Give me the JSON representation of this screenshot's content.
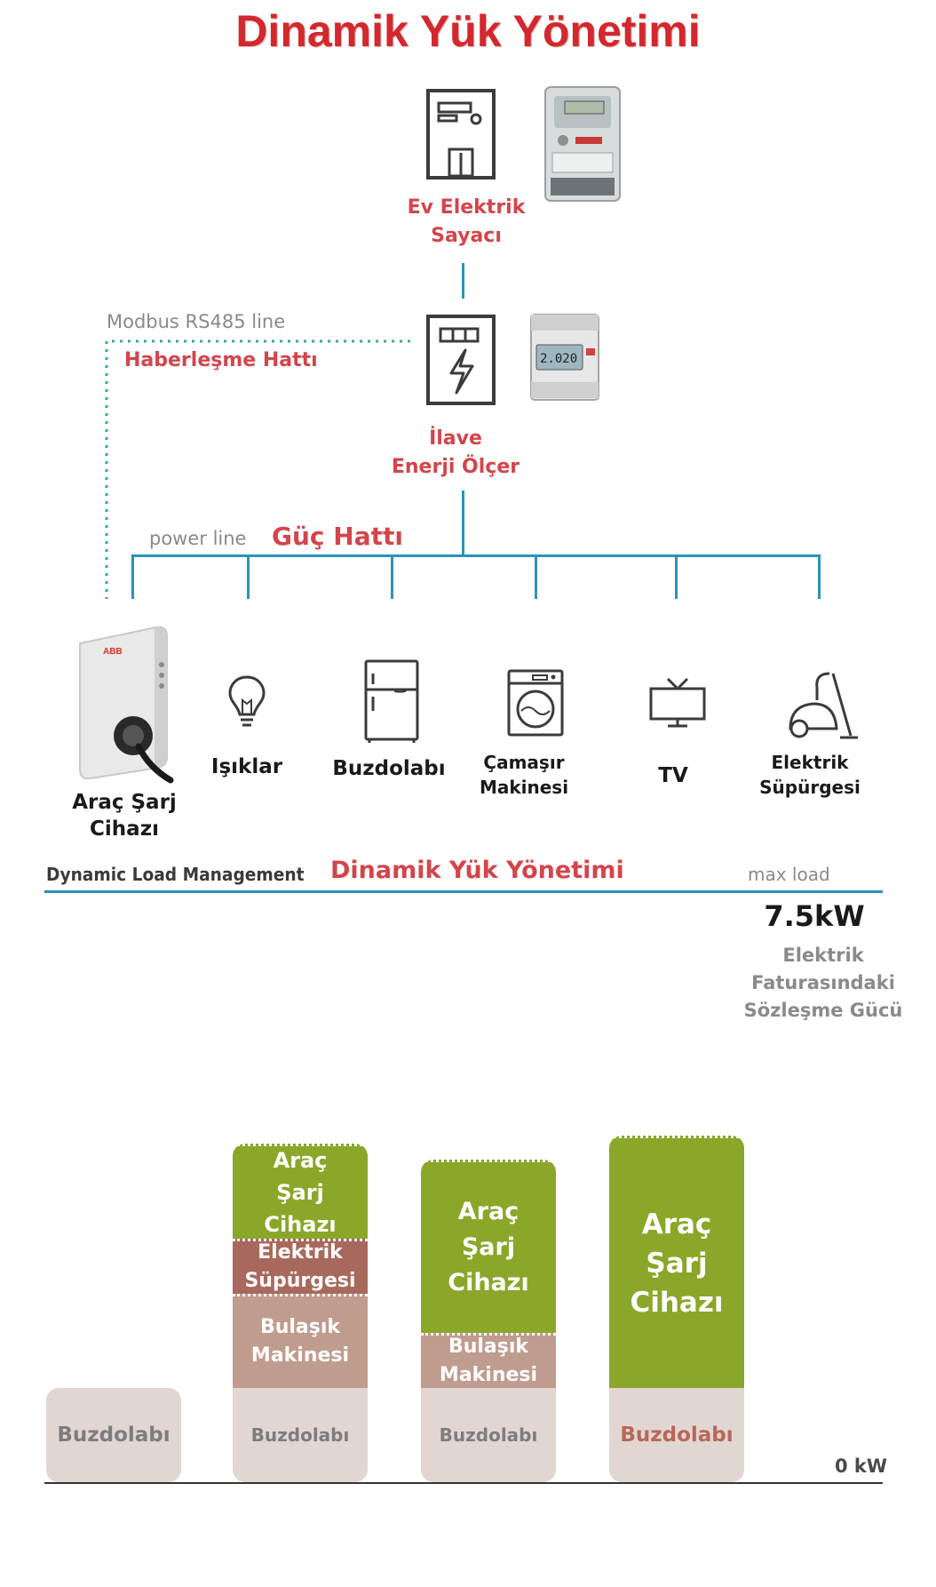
{
  "title": "Dinamik Yük Yönetimi",
  "meter": {
    "label": "Ev Elektrik\nSayacı"
  },
  "comm": {
    "en": "Modbus RS485 line",
    "tr": "Haberleşme Hattı"
  },
  "energy_meter": {
    "label": "İlave\nEnerji Ölçer",
    "lcd": "2.020"
  },
  "power": {
    "en": "power line",
    "tr": "Güç Hattı"
  },
  "charger_brand": "ABB",
  "devices": [
    {
      "label": "Araç Şarj\nCihazı",
      "icon": "ev-charger-icon"
    },
    {
      "label": "Işıklar",
      "icon": "light-bulb-icon"
    },
    {
      "label": "Buzdolabı",
      "icon": "fridge-icon"
    },
    {
      "label": "Çamaşır\nMakinesi",
      "icon": "washing-machine-icon"
    },
    {
      "label": "TV",
      "icon": "tv-icon"
    },
    {
      "label": "Elektrik\nSüpürgesi",
      "icon": "vacuum-cleaner-icon"
    }
  ],
  "dlm": {
    "en": "Dynamic Load Management",
    "tr": "Dinamik Yük Yönetimi",
    "max_load": "max load"
  },
  "contract": {
    "value": "7.5kW",
    "label": "Elektrik\nFaturasındaki\nSözleşme Gücü"
  },
  "zero_label": "0 kW",
  "colors": {
    "title_red": "#d2282e",
    "line_blue": "#2b93b5",
    "charger_green": "#8aa72a",
    "vacuum_brown": "#a8695c",
    "dishwasher_tan": "#c09c8e",
    "fridge_light": "#e2d6d2"
  },
  "chart_data": {
    "type": "stacked-bar",
    "max_kw": 7.5,
    "bars": [
      {
        "segments": [
          {
            "label": "Buzdolabı",
            "value": 1.2
          }
        ]
      },
      {
        "segments": [
          {
            "label": "Buzdolabı",
            "value": 1.2
          },
          {
            "label": "Bulaşık\nMakinesi",
            "value": 1.2
          },
          {
            "label": "Elektrik\nSüpürgesi",
            "value": 0.7
          },
          {
            "label": "Araç\nŞarj\nCihazı",
            "value": 1.2
          }
        ]
      },
      {
        "segments": [
          {
            "label": "Buzdolabı",
            "value": 1.2
          },
          {
            "label": "Bulaşık\nMakinesi",
            "value": 0.7
          },
          {
            "label": "Araç\nŞarj\nCihazı",
            "value": 2.2
          }
        ]
      },
      {
        "segments": [
          {
            "label": "Buzdolabı",
            "value": 1.2
          },
          {
            "label": "Araç\nŞarj\nCihazı",
            "value": 3.2
          }
        ]
      }
    ]
  }
}
